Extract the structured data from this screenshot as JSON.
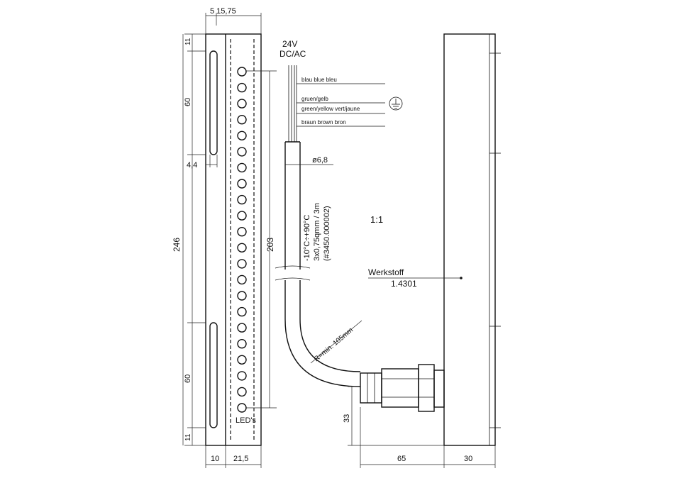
{
  "labels": {
    "top_dims": "5 15,75",
    "dim_top_11": "11",
    "dim_60_top": "60",
    "dim_4_4": "4,4",
    "dim_246": "246",
    "dim_203": "203",
    "dim_60_bottom": "60",
    "dim_11_bottom": "11",
    "dim_10": "10",
    "dim_21_5": "21,5",
    "leds": "LED's",
    "voltage": "24V",
    "current": "DC/AC",
    "wire_blue": "blau  blue  bleu",
    "wire_green_1": "gruen/gelb",
    "wire_green_2": "green/yellow  vert/jaune",
    "wire_brown": "braun  brown  bron",
    "cable_dia": "ø6,8",
    "cable_spec_1": "-10°C÷+90°C",
    "cable_spec_2": "3x0,75qmm / 3m",
    "cable_spec_3": "(#3450.000002)",
    "scale": "1:1",
    "bend_radius": "R=min. 105mm",
    "material_label": "Werkstoff",
    "material_value": "1.4301",
    "dim_33": "33",
    "dim_65": "65",
    "dim_30": "30"
  }
}
